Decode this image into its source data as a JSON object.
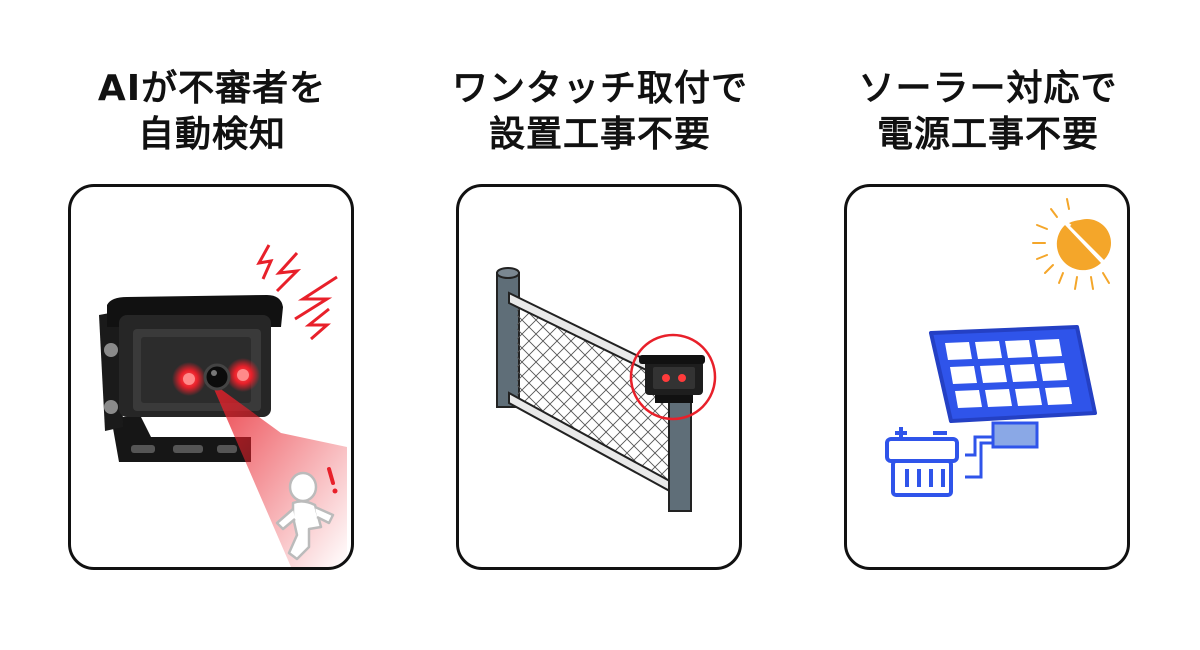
{
  "features": [
    {
      "title_line1": "AIが不審者を",
      "title_line2": "自動検知",
      "illustration": "security-camera-detecting-intruder"
    },
    {
      "title_line1": "ワンタッチ取付で",
      "title_line2": "設置工事不要",
      "illustration": "camera-mounted-on-fence"
    },
    {
      "title_line1": "ソーラー対応で",
      "title_line2": "電源工事不要",
      "illustration": "solar-panel-with-battery"
    }
  ],
  "colors": {
    "text": "#111111",
    "border": "#111111",
    "alert_red": "#e8202a",
    "camera_body": "#1e1e1e",
    "post_gray": "#5f6e78",
    "solar_blue": "#2f54ea",
    "sun_orange": "#f4a62a"
  }
}
